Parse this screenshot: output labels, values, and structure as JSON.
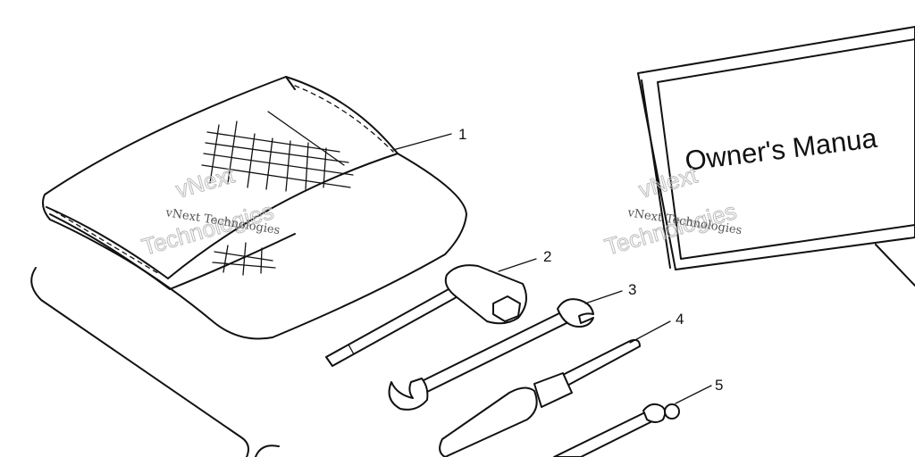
{
  "manual": {
    "title": "Owner's Manua"
  },
  "callouts": [
    {
      "number": "1",
      "part": "tool-bag"
    },
    {
      "number": "2",
      "part": "spark-plug-socket-wrench"
    },
    {
      "number": "3",
      "part": "open-end-wrench"
    },
    {
      "number": "4",
      "part": "screwdriver"
    },
    {
      "number": "5",
      "part": "pin-tool"
    }
  ],
  "watermarks": [
    {
      "small": "vNext Technologies",
      "big_line1": "vNext",
      "big_line2": "Technologies"
    },
    {
      "small": "vNext Technologies",
      "big_line1": "vNext",
      "big_line2": "Technologies"
    }
  ]
}
